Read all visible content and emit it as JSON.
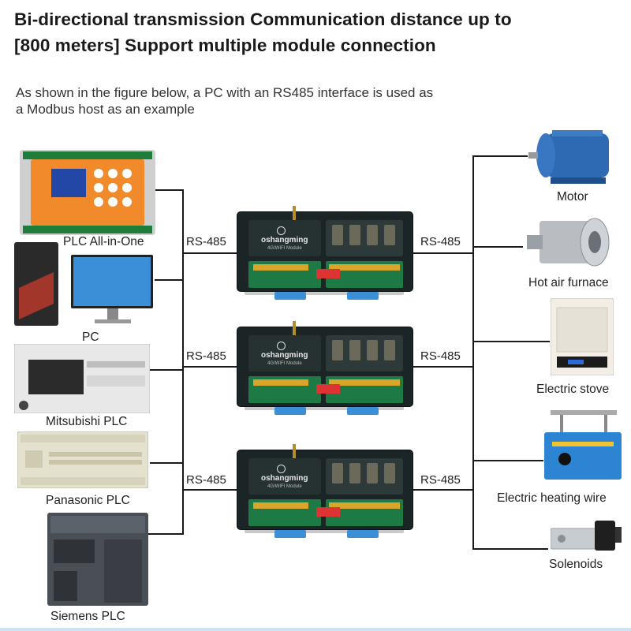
{
  "header": {
    "title_line1": "Bi-directional transmission Communication distance up to",
    "title_line2": "[800 meters] Support multiple module connection",
    "desc_line1": "As shown in the figure below, a PC with an RS485 interface is used as",
    "desc_line2": "a Modbus host as an example"
  },
  "left_devices": [
    {
      "label": "PLC All-in-One"
    },
    {
      "label": "PC"
    },
    {
      "label": "Mitsubishi PLC"
    },
    {
      "label": "Panasonic PLC"
    },
    {
      "label": "Siemens PLC"
    }
  ],
  "right_devices": [
    {
      "label": "Motor"
    },
    {
      "label": "Hot air furnace"
    },
    {
      "label": "Electric stove"
    },
    {
      "label": "Electric heating wire"
    },
    {
      "label": "Solenoids"
    }
  ],
  "links": [
    {
      "left": "RS-485",
      "right": "RS-485"
    },
    {
      "left": "RS-485",
      "right": "RS-485"
    },
    {
      "left": "RS-485",
      "right": "RS-485"
    }
  ],
  "module": {
    "brand": "oshangming",
    "subtitle": "4G/WIFI Module"
  },
  "colors": {
    "module_body": "#1b2526",
    "pcb_green": "#1e7a45",
    "din_clip_blue": "#3b8fd6",
    "line": "#1a1a1a"
  }
}
